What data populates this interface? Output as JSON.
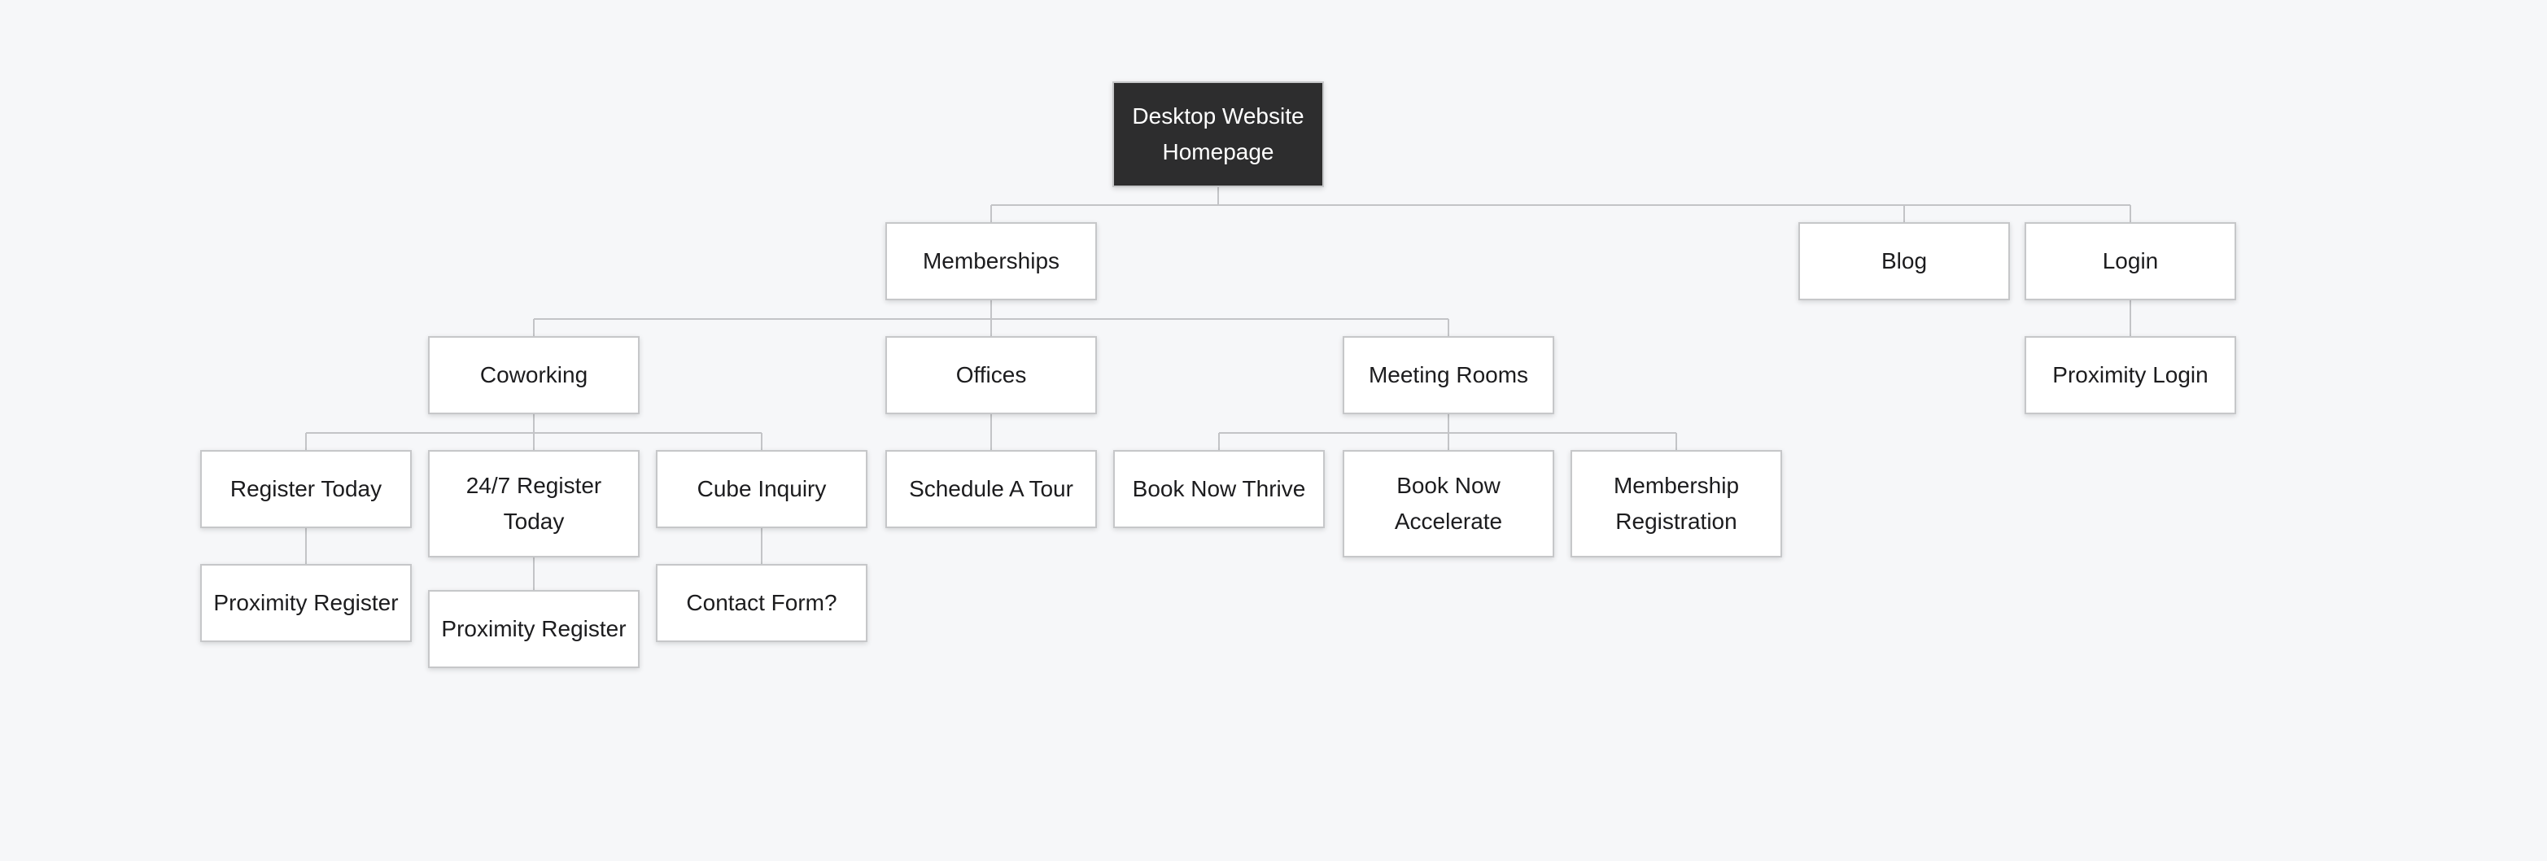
{
  "diagram": {
    "type": "sitemap-flowchart",
    "theme": {
      "background": "#f6f7f9",
      "node_fill": "#ffffff",
      "node_border": "#c6c7c9",
      "node_text": "#1c1c1e",
      "root_fill": "#2d2d2e",
      "root_text": "#ffffff",
      "connector": "#c3c4c7"
    },
    "nodes": [
      {
        "id": "root",
        "label": "Desktop Website Homepage"
      },
      {
        "id": "memberships",
        "label": "Memberships"
      },
      {
        "id": "blog",
        "label": "Blog"
      },
      {
        "id": "login",
        "label": "Login"
      },
      {
        "id": "coworking",
        "label": "Coworking"
      },
      {
        "id": "offices",
        "label": "Offices"
      },
      {
        "id": "meeting-rooms",
        "label": "Meeting Rooms"
      },
      {
        "id": "proximity-login",
        "label": "Proximity Login"
      },
      {
        "id": "register-today",
        "label": "Register Today"
      },
      {
        "id": "register-today-247",
        "label": "24/7 Register Today"
      },
      {
        "id": "cube-inquiry",
        "label": "Cube Inquiry"
      },
      {
        "id": "schedule-a-tour",
        "label": "Schedule A Tour"
      },
      {
        "id": "book-now-thrive",
        "label": "Book Now Thrive"
      },
      {
        "id": "book-now-accelerate",
        "label": "Book Now Accelerate"
      },
      {
        "id": "membership-registration",
        "label": "Membership Registration"
      },
      {
        "id": "proximity-register-coworking",
        "label": "Proximity Register"
      },
      {
        "id": "proximity-register-247",
        "label": "Proximity Register"
      },
      {
        "id": "contact-form",
        "label": "Contact Form?"
      }
    ],
    "edges": [
      {
        "from": "root",
        "to": "memberships"
      },
      {
        "from": "root",
        "to": "blog"
      },
      {
        "from": "root",
        "to": "login"
      },
      {
        "from": "memberships",
        "to": "coworking"
      },
      {
        "from": "memberships",
        "to": "offices"
      },
      {
        "from": "memberships",
        "to": "meeting-rooms"
      },
      {
        "from": "login",
        "to": "proximity-login"
      },
      {
        "from": "coworking",
        "to": "register-today"
      },
      {
        "from": "coworking",
        "to": "register-today-247"
      },
      {
        "from": "coworking",
        "to": "cube-inquiry"
      },
      {
        "from": "offices",
        "to": "schedule-a-tour"
      },
      {
        "from": "meeting-rooms",
        "to": "book-now-thrive"
      },
      {
        "from": "meeting-rooms",
        "to": "book-now-accelerate"
      },
      {
        "from": "meeting-rooms",
        "to": "membership-registration"
      },
      {
        "from": "register-today",
        "to": "proximity-register-coworking"
      },
      {
        "from": "register-today-247",
        "to": "proximity-register-247"
      },
      {
        "from": "cube-inquiry",
        "to": "contact-form"
      }
    ]
  }
}
